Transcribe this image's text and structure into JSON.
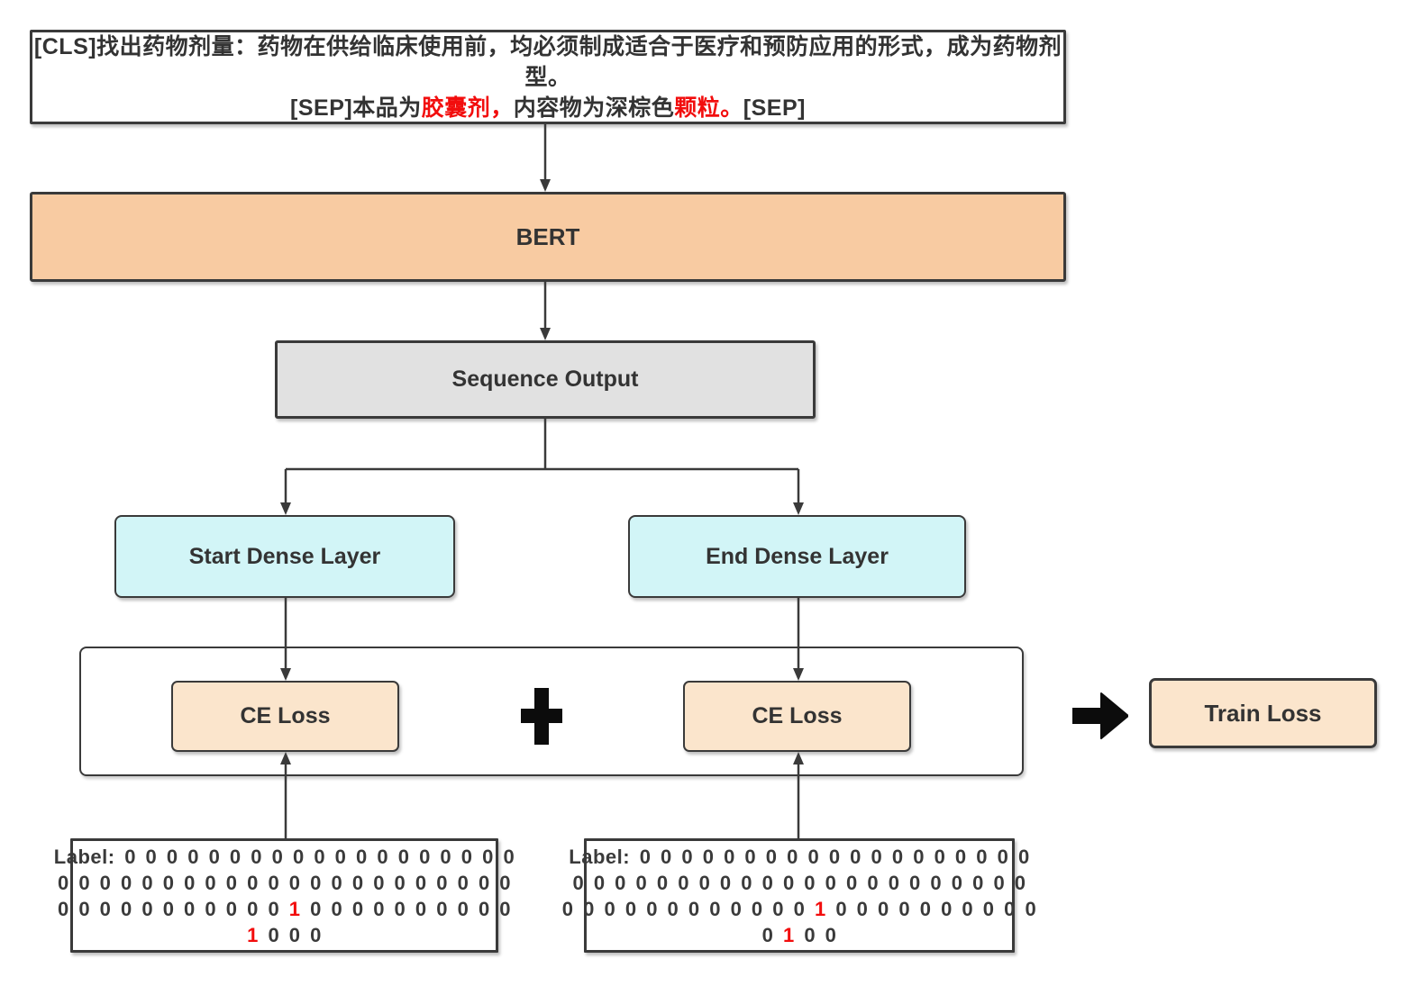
{
  "colors": {
    "red": "#f20d0d",
    "line": "#3a3a3a",
    "bert_fill": "#f8cba2",
    "sequence_output_fill": "#e1e1e1",
    "dense_fill": "#d2f5f7",
    "loss_fill": "#fbe5cc"
  },
  "input_box": {
    "line1_segments": [
      {
        "text": "[CLS]找出药物剂量：药物在供给临床使用前，均必须制成适合于医疗和预防应用的形式，成为药物剂型。",
        "red": false
      }
    ],
    "line2_segments": [
      {
        "text": "[SEP]本品为",
        "red": false
      },
      {
        "text": "胶囊剂，",
        "red": true
      },
      {
        "text": "内容物为深棕色",
        "red": false
      },
      {
        "text": "颗粒。",
        "red": true
      },
      {
        "text": "[SEP]",
        "red": false
      }
    ]
  },
  "bert": {
    "label": "BERT"
  },
  "sequence_output": {
    "label": "Sequence Output"
  },
  "start_dense": {
    "label": "Start Dense Layer"
  },
  "end_dense": {
    "label": "End Dense Layer"
  },
  "ce_loss_left": {
    "label": "CE Loss"
  },
  "ce_loss_right": {
    "label": "CE Loss"
  },
  "plus_symbol": "+",
  "train_loss": {
    "label": "Train Loss"
  },
  "start_label_box": {
    "lines": [
      [
        {
          "text": "Label: 0 0 0 0 0 0 0 0 0 0 0 0 0 0 0 0 0 0 0",
          "red": false
        }
      ],
      [
        {
          "text": "0 0 0 0 0 0 0 0 0 0 0 0 0 0 0 0 0 0 0 0 0 0",
          "red": false
        }
      ],
      [
        {
          "text": "0 0 0 0 0 0 0 0 0 0 0 ",
          "red": false
        },
        {
          "text": "1",
          "red": true
        },
        {
          "text": " 0 0 0 0 0 0 0 0 0 0",
          "red": false
        }
      ],
      [
        {
          "text": "1",
          "red": true
        },
        {
          "text": " 0 0 0",
          "red": false
        }
      ]
    ]
  },
  "end_label_box": {
    "lines": [
      [
        {
          "text": "Label: 0 0 0 0 0 0 0 0 0 0 0 0 0 0 0 0 0 0 0",
          "red": false
        }
      ],
      [
        {
          "text": "0 0 0 0 0 0 0 0 0 0 0 0 0 0 0 0 0 0 0 0 0 0",
          "red": false
        }
      ],
      [
        {
          "text": "0 0 0 0 0 0 0 0 0 0 0 0 ",
          "red": false
        },
        {
          "text": "1",
          "red": true
        },
        {
          "text": " 0 0 0 0 0 0 0 0 0 0",
          "red": false
        }
      ],
      [
        {
          "text": "0 ",
          "red": false
        },
        {
          "text": "1",
          "red": true
        },
        {
          "text": " 0 0",
          "red": false
        }
      ]
    ]
  }
}
